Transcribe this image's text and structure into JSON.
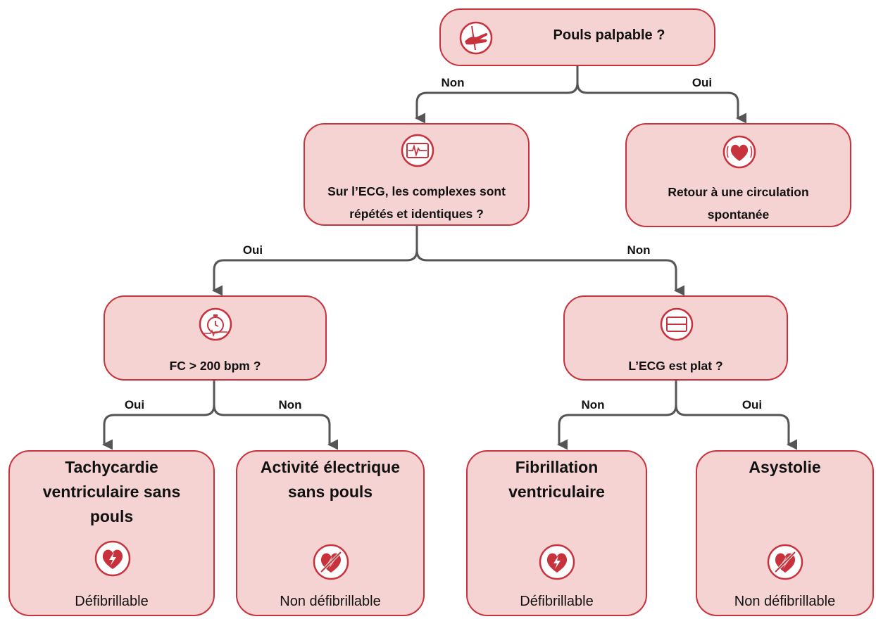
{
  "diagram": {
    "accent_color": "#c8323c",
    "fill_color": "#f6d3d3",
    "connector_color": "#555555",
    "root": {
      "title": "Pouls palpable ?",
      "icon": "hand-pulse-icon"
    },
    "ecg_question": {
      "line1": "Sur l’ECG, les complexes sont",
      "line2": "répétés et identiques ?",
      "icon": "ecg-monitor-icon"
    },
    "rosc": {
      "line1": "Retour à une circulation",
      "line2": "spontanée",
      "icon": "heart-icon"
    },
    "fc_question": {
      "title": "FC > 200 bpm ?",
      "icon": "stopwatch-icon"
    },
    "flat_question": {
      "title": "L’ECG est plat ?",
      "icon": "flat-ecg-monitor-icon"
    },
    "leaves": [
      {
        "lines": [
          "Tachycardie",
          "ventriculaire sans",
          "pouls"
        ],
        "status": "Défibrillable",
        "icon": "shockable-heart-icon"
      },
      {
        "lines": [
          "Activité électrique",
          "sans pouls"
        ],
        "status": "Non défibrillable",
        "icon": "non-shockable-heart-icon"
      },
      {
        "lines": [
          "Fibrillation",
          "ventriculaire"
        ],
        "status": "Défibrillable",
        "icon": "shockable-heart-icon"
      },
      {
        "lines": [
          "Asystolie"
        ],
        "status": "Non défibrillable",
        "icon": "non-shockable-heart-icon"
      }
    ],
    "edge_labels": {
      "root_no": "Non",
      "root_yes": "Oui",
      "ecg_yes": "Oui",
      "ecg_no": "Non",
      "fc_yes": "Oui",
      "fc_no": "Non",
      "flat_no": "Non",
      "flat_yes": "Oui"
    }
  }
}
